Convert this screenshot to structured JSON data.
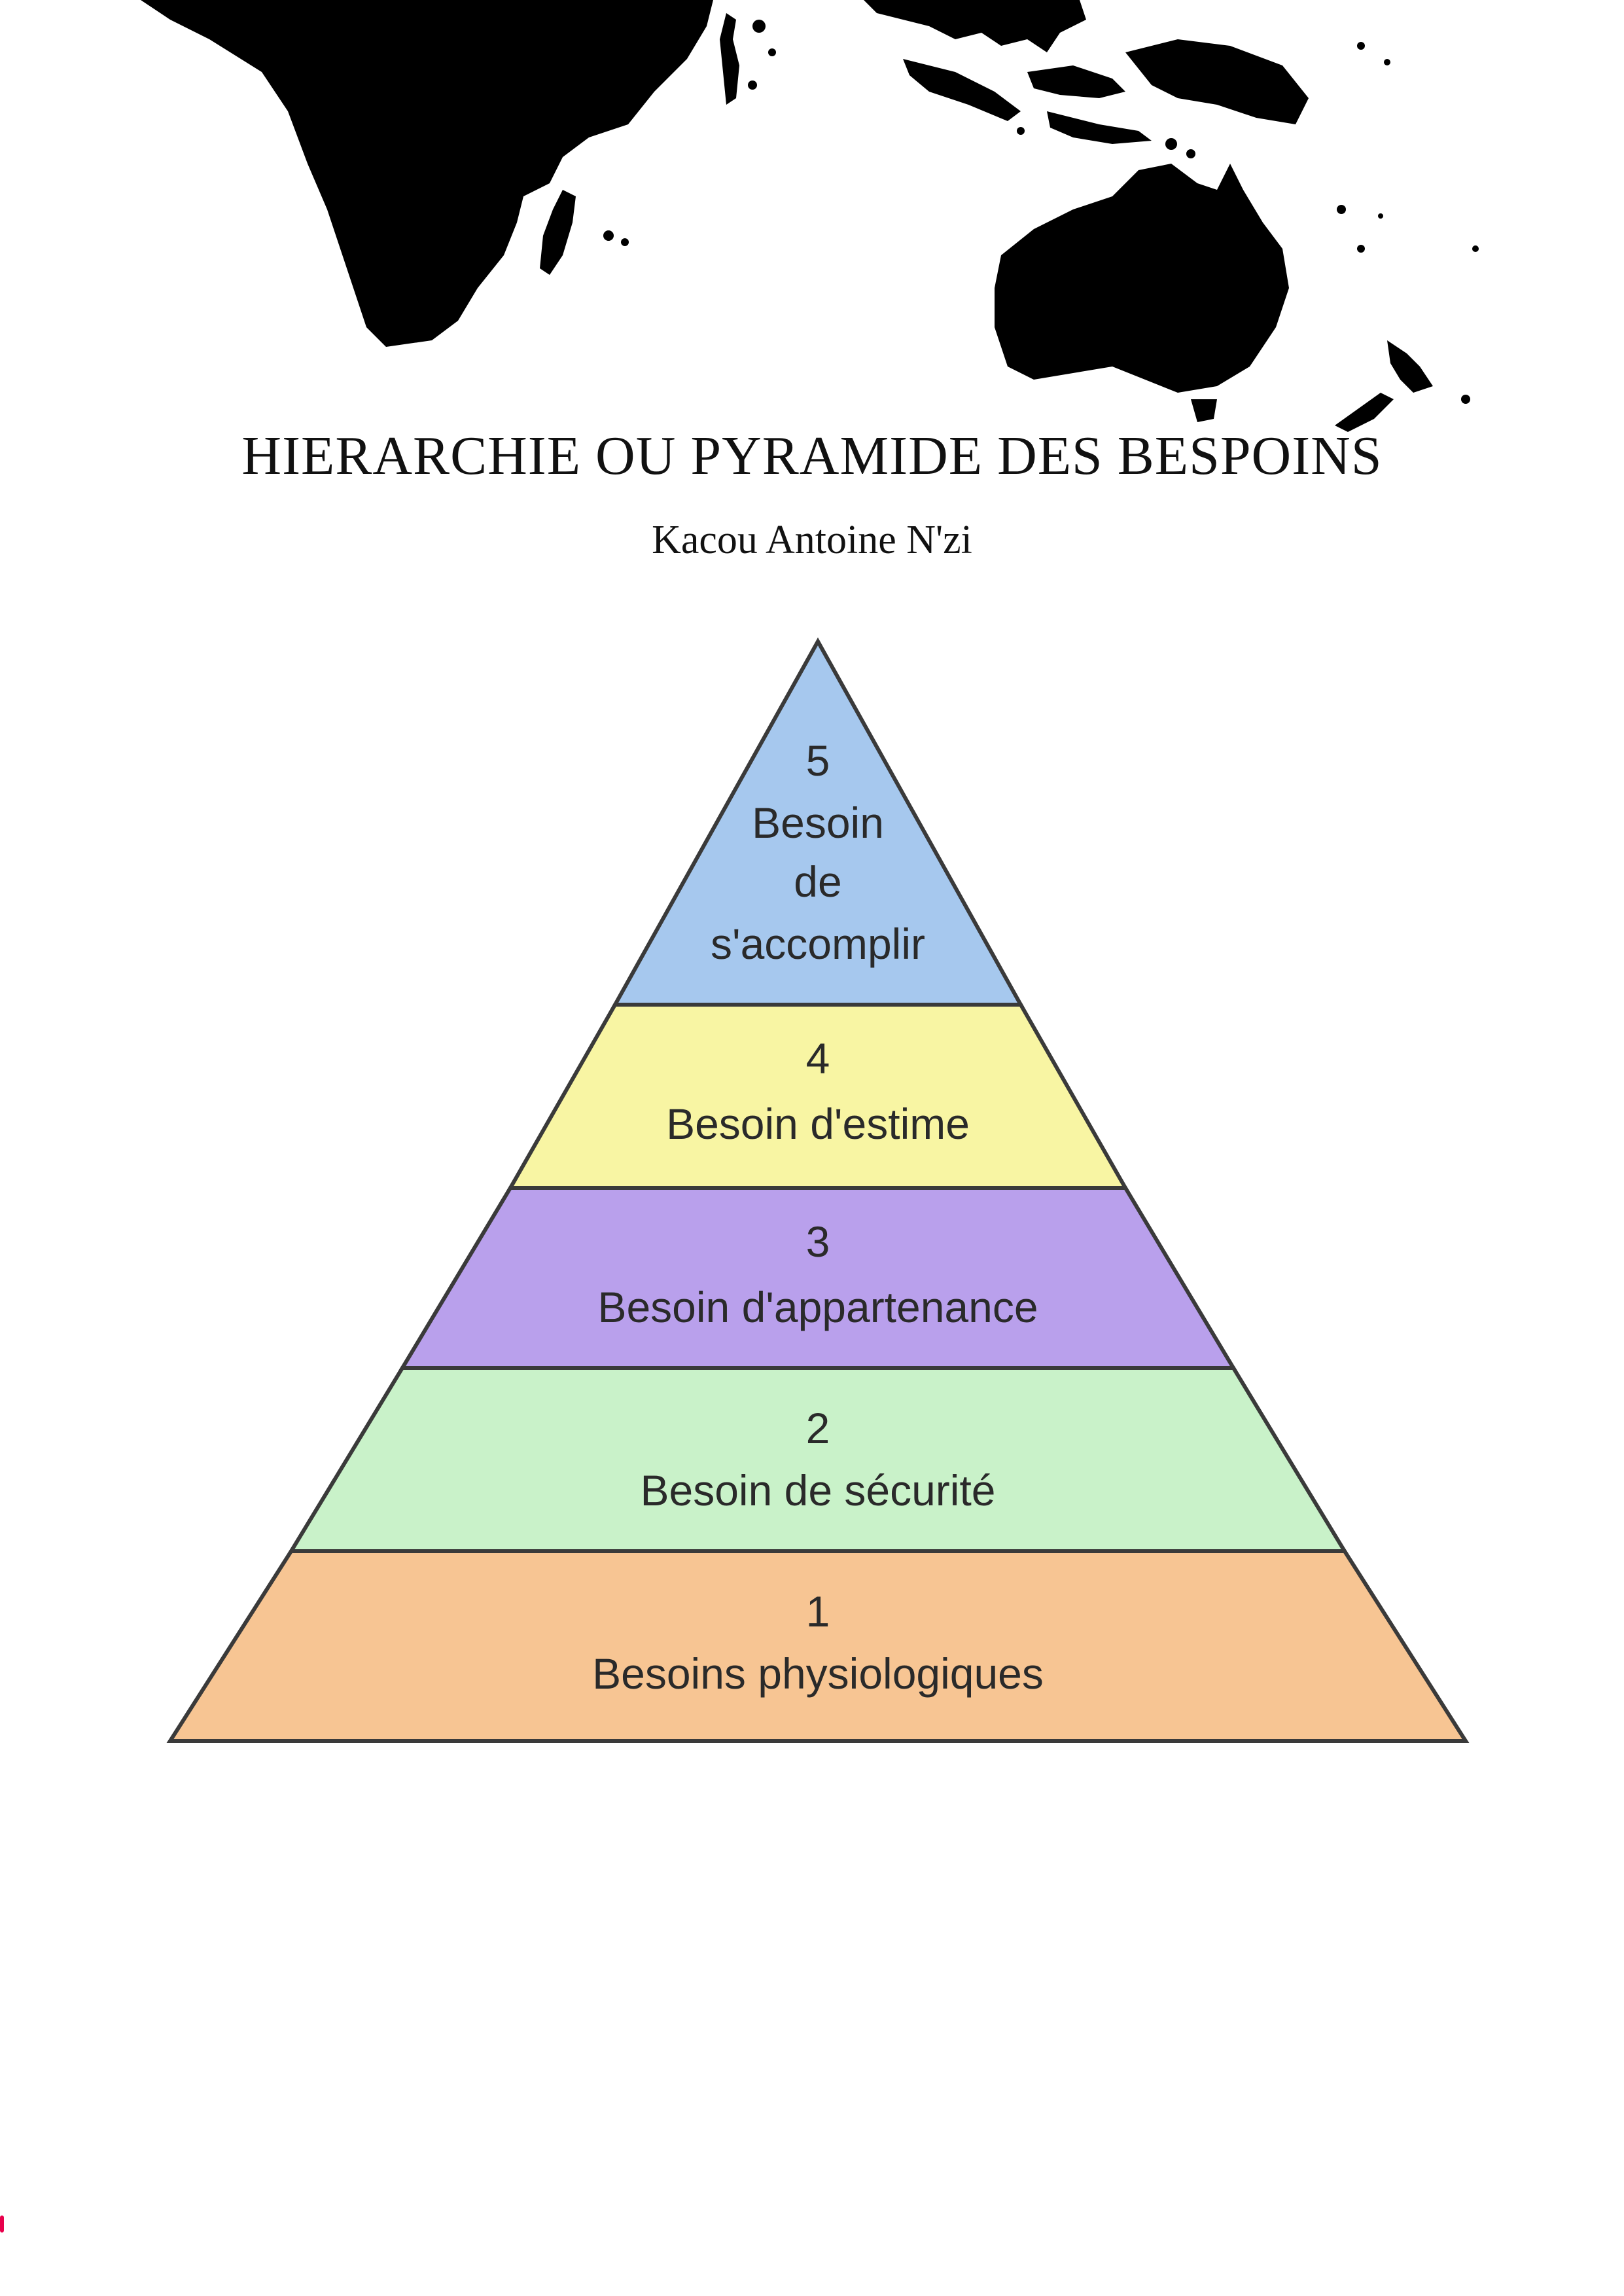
{
  "document": {
    "title": "HIERARCHIE OU PYRAMIDE DES BESPOINS",
    "author": "Kacou Antoine N'zi"
  },
  "pyramid": {
    "levels": [
      {
        "number": "5",
        "lines": [
          "Besoin",
          "de",
          "s'accomplir"
        ],
        "color": "#a6c8ee"
      },
      {
        "number": "4",
        "lines": [
          "Besoin d'estime"
        ],
        "color": "#f8f5a3"
      },
      {
        "number": "3",
        "lines": [
          "Besoin d'appartenance"
        ],
        "color": "#b9a0ec"
      },
      {
        "number": "2",
        "lines": [
          "Besoin de sécurité"
        ],
        "color": "#c9f2c9"
      },
      {
        "number": "1",
        "lines": [
          "Besoins physiologiques"
        ],
        "color": "#f7c593"
      }
    ]
  },
  "colors": {
    "map": "#000000",
    "outline": "#3a3a3a",
    "corner_mark": "#e8004c"
  },
  "icons": {
    "decoration": "world-map-silhouette"
  }
}
